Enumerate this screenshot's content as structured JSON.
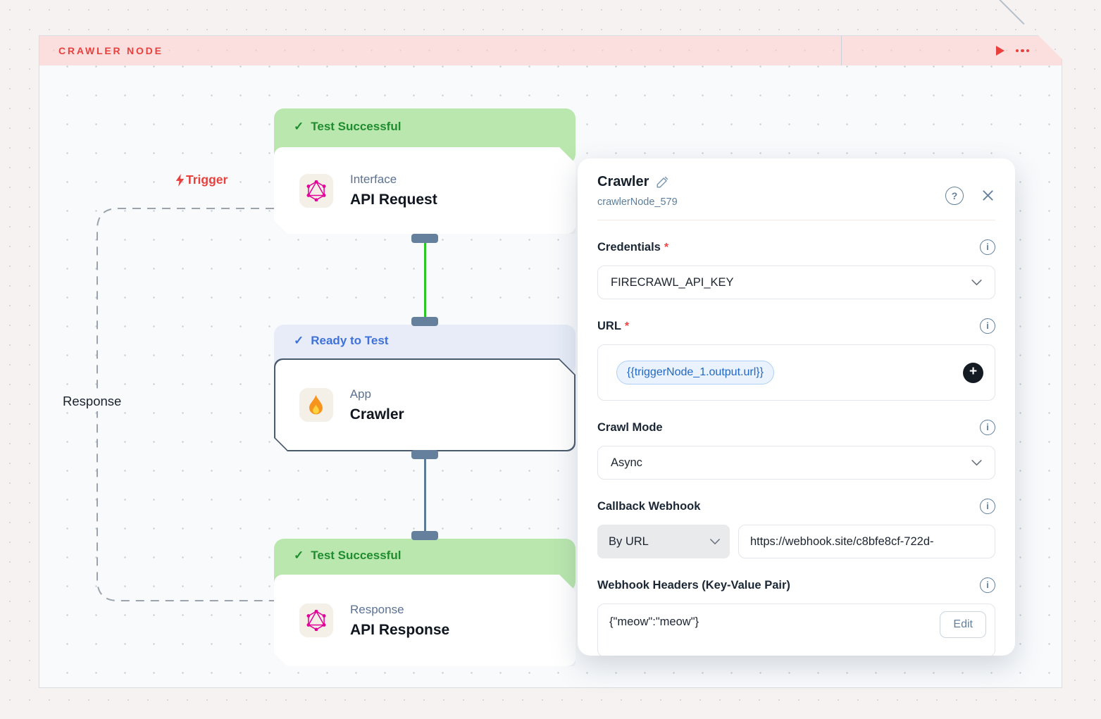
{
  "header_bar": {
    "title": "CRAWLER NODE"
  },
  "flow": {
    "trigger_label": "Trigger",
    "response_label": "Response",
    "nodes": [
      {
        "status": "Test Successful",
        "category": "Interface",
        "title": "API Request"
      },
      {
        "status": "Ready to Test",
        "category": "App",
        "title": "Crawler"
      },
      {
        "status": "Test Successful",
        "category": "Response",
        "title": "API Response"
      }
    ]
  },
  "panel": {
    "title": "Crawler",
    "node_id": "crawlerNode_579",
    "required_marker": "*",
    "credentials": {
      "label": "Credentials",
      "value": "FIRECRAWL_API_KEY"
    },
    "url": {
      "label": "URL",
      "chip": "{{triggerNode_1.output.url}}"
    },
    "crawl_mode": {
      "label": "Crawl Mode",
      "value": "Async"
    },
    "callback_webhook": {
      "label": "Callback Webhook",
      "mode": "By URL",
      "value": "https://webhook.site/c8bfe8cf-722d-"
    },
    "webhook_headers": {
      "label": "Webhook Headers (Key-Value Pair)",
      "value": "{\"meow\":\"meow\"}",
      "edit_label": "Edit"
    }
  },
  "icons": {
    "check": "✓",
    "question": "?",
    "info": "i",
    "plus": "+"
  },
  "colors": {
    "accent_red": "#e8413d",
    "success_green": "#1f8c2f",
    "success_bg": "#b9e7ae",
    "ready_blue": "#3f72d8",
    "ready_bg": "#e7ecf8",
    "chip_blue": "#2268c4",
    "connector_green": "#2ac726",
    "connector_slate": "#5c7a96"
  }
}
